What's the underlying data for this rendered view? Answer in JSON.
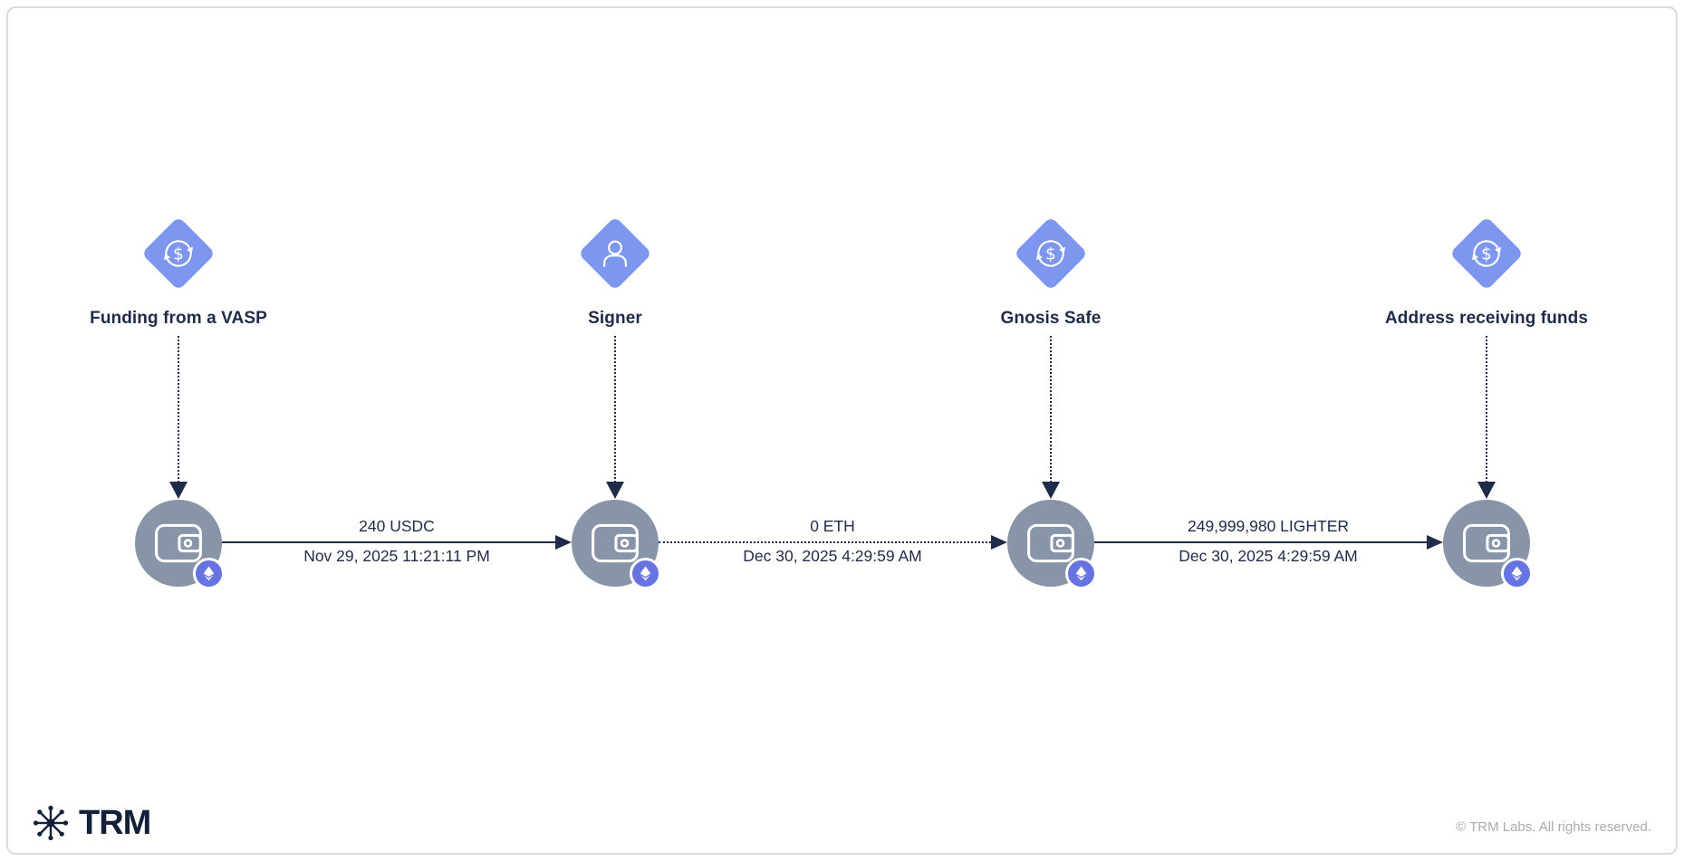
{
  "diagram": {
    "nodes": [
      {
        "label": "Funding from a VASP",
        "icon": "currency-exchange-icon",
        "node_type": "wallet",
        "asset_badge": "ethereum-icon"
      },
      {
        "label": "Signer",
        "icon": "person-icon",
        "node_type": "wallet",
        "asset_badge": "ethereum-icon"
      },
      {
        "label": "Gnosis Safe",
        "icon": "currency-exchange-icon",
        "node_type": "wallet",
        "asset_badge": "ethereum-icon"
      },
      {
        "label": "Address receiving funds",
        "icon": "currency-exchange-icon",
        "node_type": "wallet",
        "asset_badge": "ethereum-icon"
      }
    ],
    "edges": [
      {
        "from": "Funding from a VASP",
        "to": "Signer",
        "amount": "240 USDC",
        "timestamp": "Nov 29, 2025 11:21:11 PM",
        "line_style": "solid"
      },
      {
        "from": "Signer",
        "to": "Gnosis Safe",
        "amount": "0 ETH",
        "timestamp": "Dec 30, 2025 4:29:59 AM",
        "line_style": "dotted"
      },
      {
        "from": "Gnosis Safe",
        "to": "Address receiving funds",
        "amount": "249,999,980 LIGHTER",
        "timestamp": "Dec 30, 2025 4:29:59 AM",
        "line_style": "solid"
      }
    ]
  },
  "branding": {
    "logo_text": "TRM",
    "copyright": "© TRM Labs. All rights reserved."
  },
  "colors": {
    "diamond_blue": "#7d97ef",
    "wallet_gray": "#8894a8",
    "badge_indigo": "#6673e0",
    "text_navy": "#1e2b49",
    "copyright_gray": "#a8abb0",
    "frame_border": "#dcdcdc"
  }
}
